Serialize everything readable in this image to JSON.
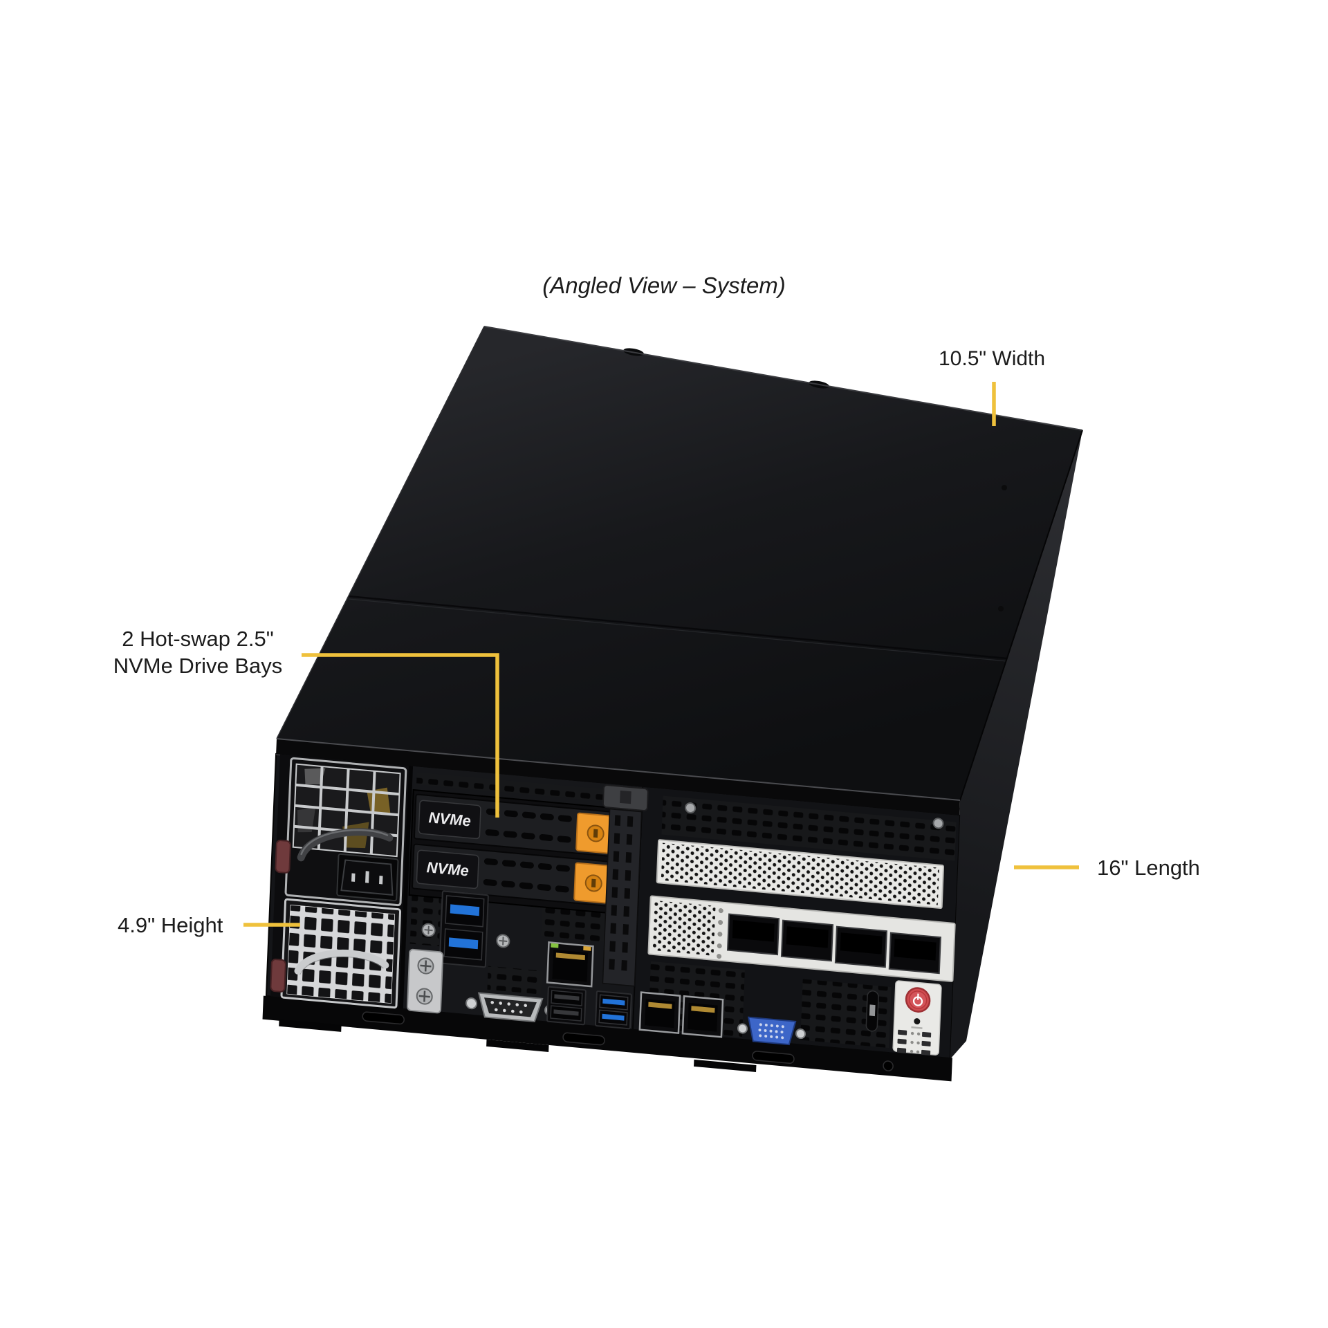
{
  "figure": {
    "title": "(Angled View – System)",
    "background_color": "#ffffff",
    "accent_color": "#EFC13C",
    "text_color": "#1c1c1c"
  },
  "callouts": {
    "width": {
      "label": "10.5\" Width"
    },
    "drive_bays": {
      "line1": "2 Hot-swap 2.5\"",
      "line2": "NVMe Drive Bays"
    },
    "height": {
      "label": "4.9\" Height"
    },
    "length": {
      "label": "16\" Length"
    }
  },
  "chassis": {
    "nvme_tray_label": "NVMe",
    "colors": {
      "chassis_black": "#141518",
      "psu_silver": "#c9cacc",
      "drive_latch_orange": "#ef9b2d",
      "power_button_red": "#cf4b4f",
      "usb3_blue": "#2273d8",
      "vga_blue": "#3d66c8"
    }
  }
}
